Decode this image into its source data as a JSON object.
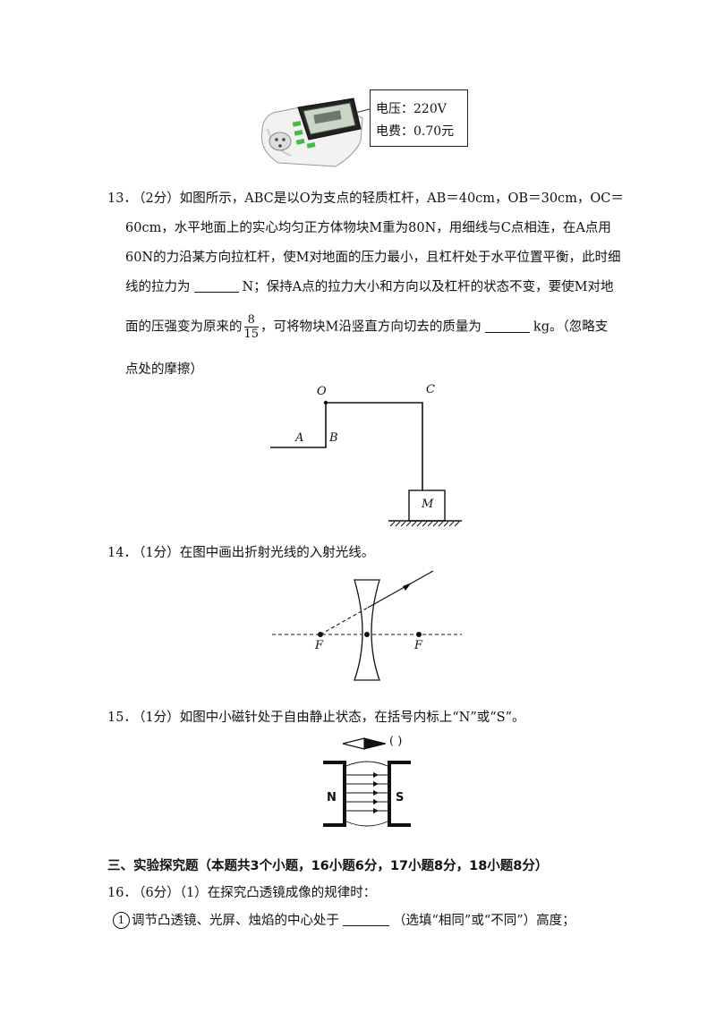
{
  "device_callout": {
    "voltage": "电压：220V",
    "fee": "电费：0.70元"
  },
  "q13": {
    "number": "13．",
    "line1": "（2分）如图所示，ABC是以O为支点的轻质杠杆，AB＝40cm，OB＝30cm，OC＝",
    "line2": "60cm，水平地面上的实心均匀正方体物块M重为80N，用细线与C点相连，在A点用",
    "line3": "60N的力沿某方向拉杠杆，使M对地面的压力最小，且杠杆处于水平位置平衡，此时细",
    "line4_pre": "线的拉力为",
    "line4_post": "N；保持A点的拉力大小和方向以及杠杆的状态不变，要使M对地",
    "line5_pre": "面的压强变为原来的",
    "frac_num": "8",
    "frac_den": "15",
    "line5_mid": "，可将物块M沿竖直方向切去的质量为",
    "line5_post": "kg。（忽略支",
    "line6": "点处的摩擦）",
    "figure": {
      "label_o": "O",
      "label_c": "C",
      "label_a": "A",
      "label_b": "B",
      "label_m": "M"
    }
  },
  "q14": {
    "number": "14．",
    "text": "（1分）在图中画出折射光线的入射光线。",
    "figure": {
      "focus_left": "F",
      "focus_right": "F"
    }
  },
  "q15": {
    "number": "15．",
    "text": "（1分）如图中小磁针处于自由静止状态，在括号内标上“N”或“S”。",
    "figure": {
      "paren": "(    )",
      "pole_left": "N",
      "pole_right": "S"
    }
  },
  "section3": {
    "title": "三、实验探究题（本题共3个小题，16小题6分，17小题8分，18小题8分）"
  },
  "q16": {
    "number": "16．",
    "text": "（6分）（1）在探究凸透镜成像的规律时：",
    "item1_marker": "1",
    "item1_pre": "调节凸透镜、光屏、烛焰的中心处于",
    "item1_post": "（选填“相同”或“不同”）高度；"
  }
}
